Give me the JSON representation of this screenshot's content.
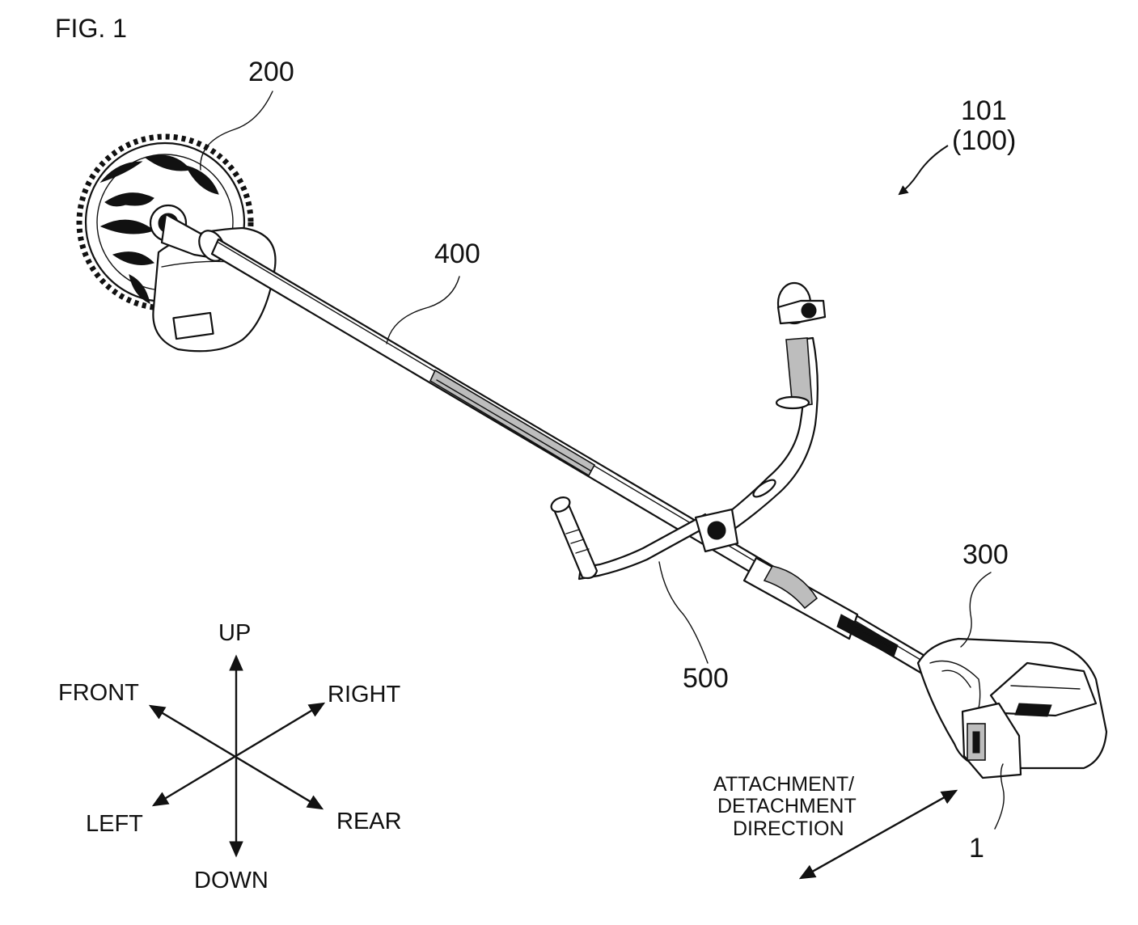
{
  "figure": {
    "title": "FIG. 1",
    "refs": {
      "blade": "200",
      "tool": "101",
      "tool_paren": "(100)",
      "shaft": "400",
      "motor_housing": "300",
      "handle": "500",
      "battery": "1"
    },
    "directions": {
      "up": "UP",
      "down": "DOWN",
      "front": "FRONT",
      "rear": "REAR",
      "right": "RIGHT",
      "left": "LEFT"
    },
    "attachment": {
      "line1": "ATTACHMENT/",
      "line2": "DETACHMENT",
      "line3": "DIRECTION"
    }
  }
}
